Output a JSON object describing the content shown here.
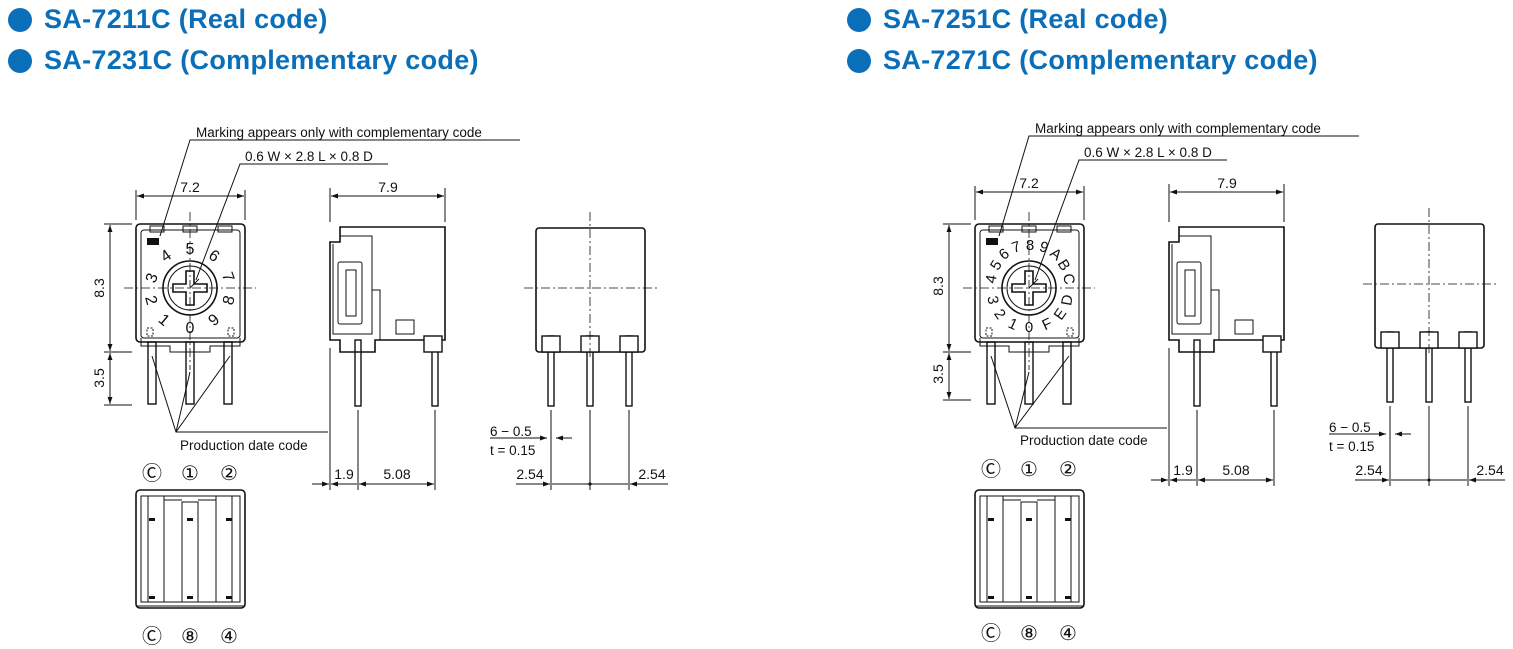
{
  "colors": {
    "accent": "#0a6fb8",
    "ink": "#111111"
  },
  "headings": {
    "left_1": "SA-7211C (Real code)",
    "left_2": "SA-7231C (Complementary code)",
    "right_1": "SA-7251C (Real code)",
    "right_2": "SA-7271C (Complementary code)"
  },
  "icons": {
    "heading_bullet": "circle-bullet-icon"
  },
  "notes": {
    "marking": "Marking appears only with complementary code",
    "terminal_size": "0.6 W × 2.8 L × 0.8 D",
    "production": "Production date code",
    "terminal_count": "6 − 0.5",
    "thickness": "t = 0.15"
  },
  "dims": {
    "width": "7.2",
    "depth": "7.9",
    "height": "8.3",
    "lead": "3.5",
    "offset": "1.9",
    "span": "5.08",
    "pitch_left": "2.54",
    "pitch_right": "2.54"
  },
  "dial_left": [
    "0",
    "1",
    "2",
    "3",
    "4",
    "5",
    "6",
    "7",
    "8",
    "9"
  ],
  "dial_right": [
    "0",
    "1",
    "2",
    "3",
    "4",
    "5",
    "6",
    "7",
    "8",
    "9",
    "A",
    "B",
    "C",
    "D",
    "E",
    "F"
  ],
  "pins_top": [
    "Ⓒ",
    "①",
    "②"
  ],
  "pins_bottom": [
    "Ⓒ",
    "⑧",
    "④"
  ]
}
